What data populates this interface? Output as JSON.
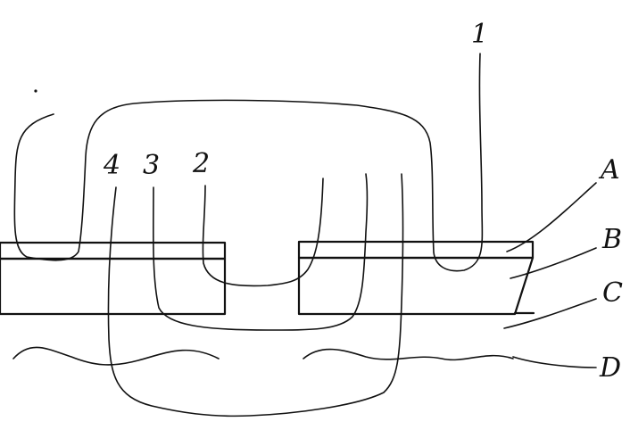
{
  "diagram": {
    "labels": {
      "n1": "1",
      "n2": "2",
      "n3": "3",
      "n4": "4",
      "A": "A",
      "B": "B",
      "C": "C",
      "D": "D"
    }
  }
}
